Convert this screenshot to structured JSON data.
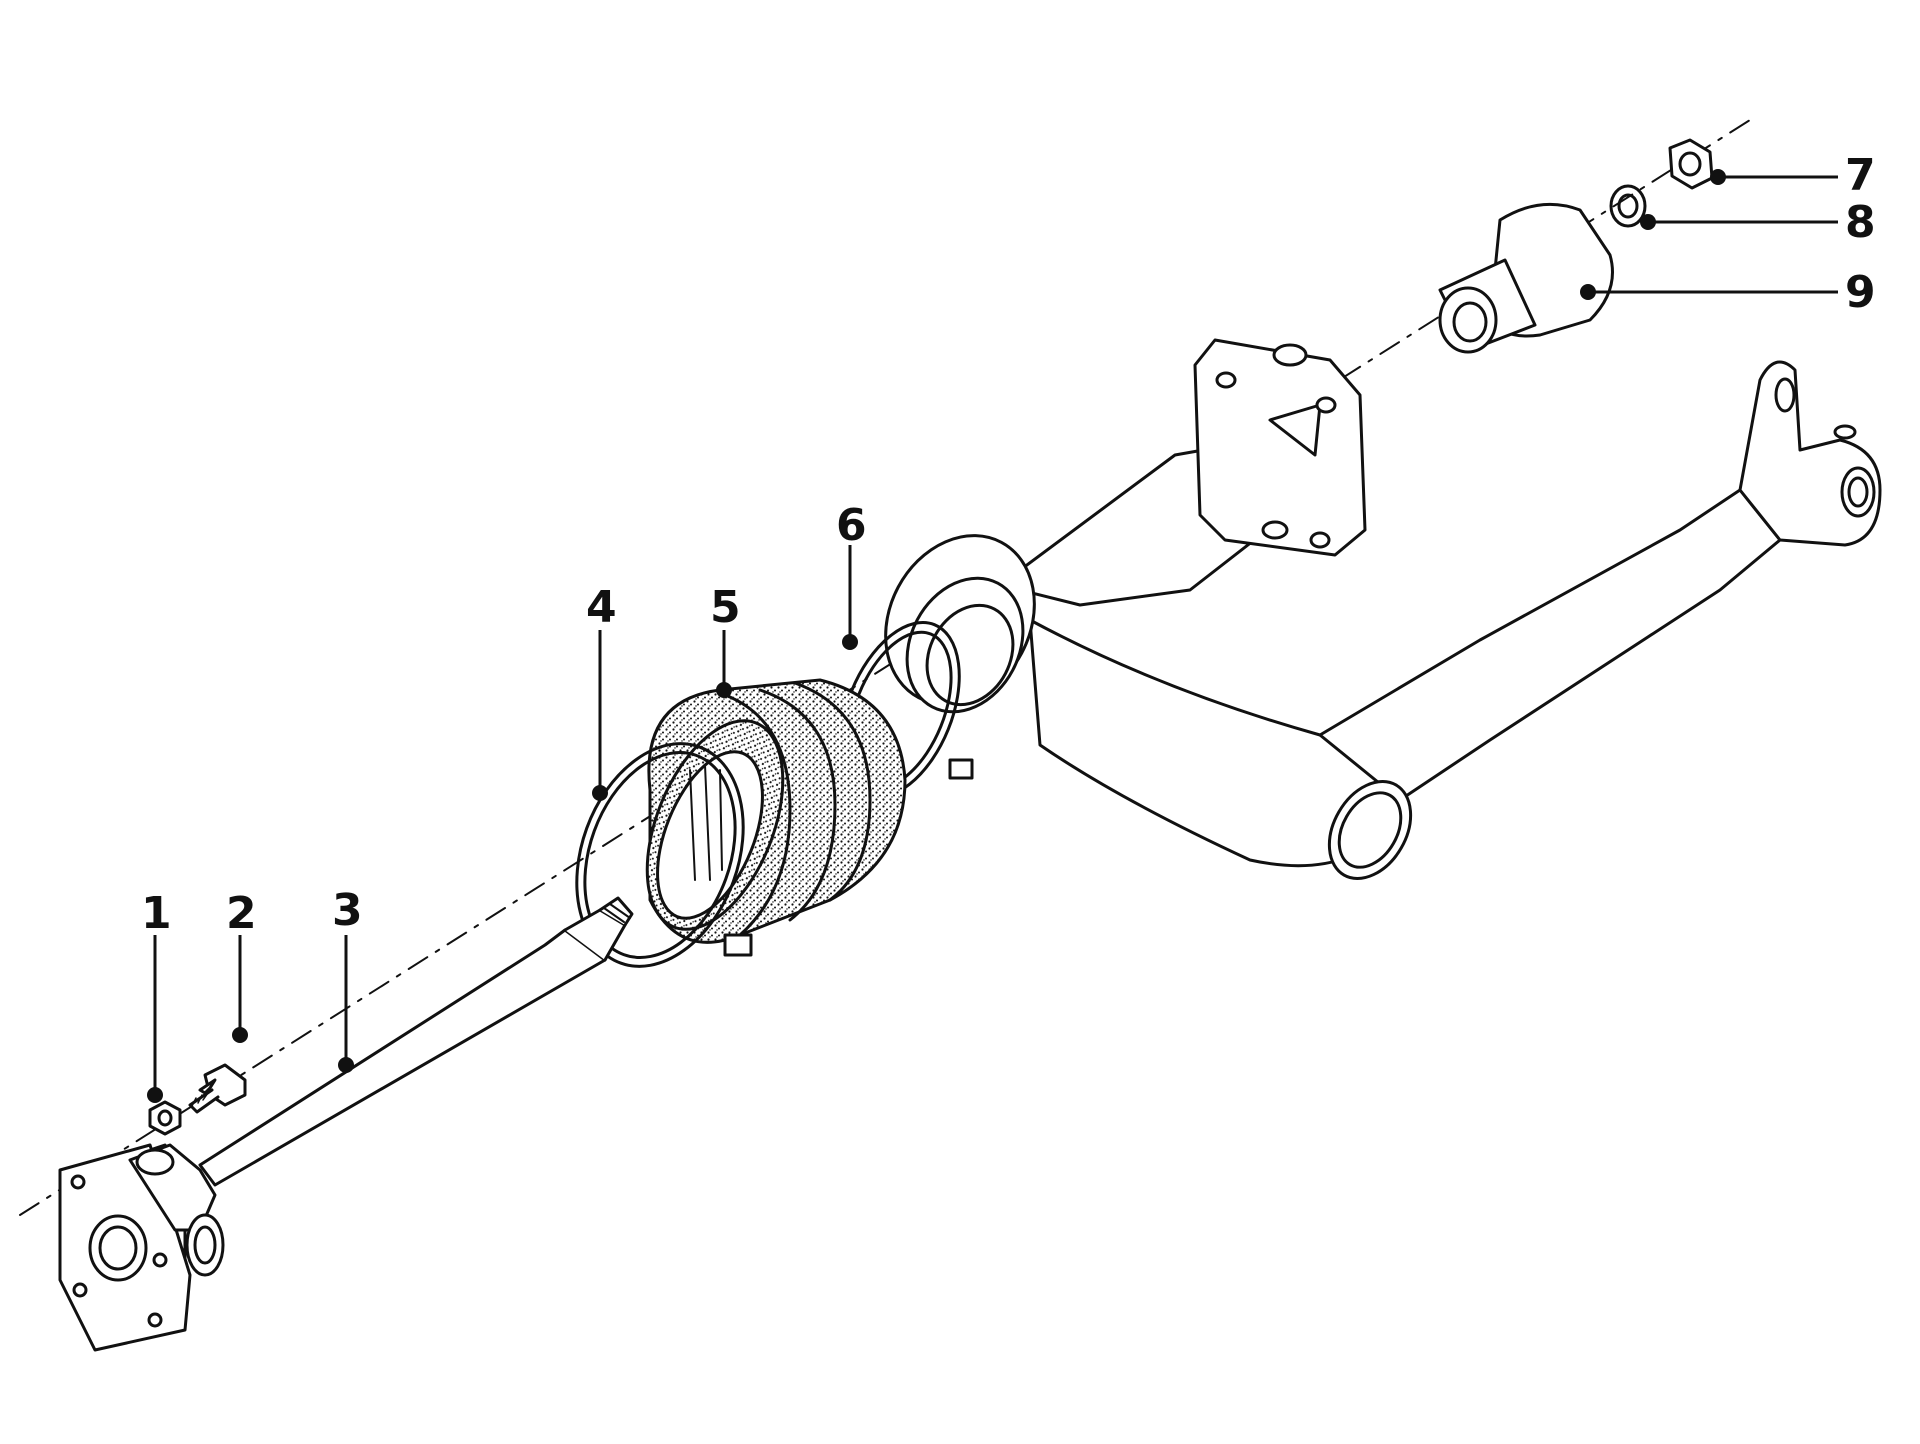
{
  "diagram": {
    "style": "exploded-parts line drawing",
    "colors": {
      "ink": "#111111",
      "paper": "#ffffff"
    },
    "callouts": [
      {
        "id": "c1",
        "number": "1"
      },
      {
        "id": "c2",
        "number": "2"
      },
      {
        "id": "c3",
        "number": "3"
      },
      {
        "id": "c4",
        "number": "4"
      },
      {
        "id": "c5",
        "number": "5"
      },
      {
        "id": "c6",
        "number": "6"
      },
      {
        "id": "c7",
        "number": "7"
      },
      {
        "id": "c8",
        "number": "8"
      },
      {
        "id": "c9",
        "number": "9"
      }
    ]
  }
}
